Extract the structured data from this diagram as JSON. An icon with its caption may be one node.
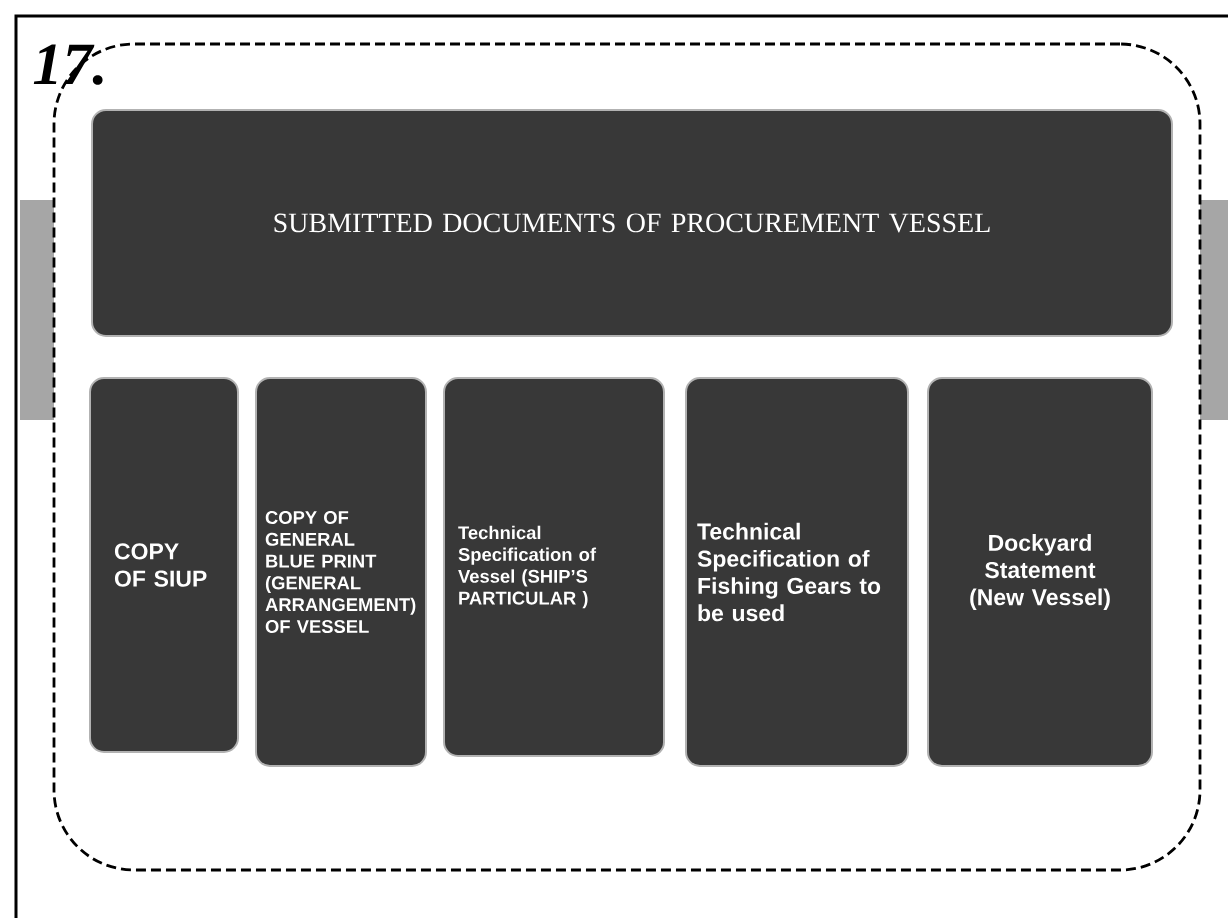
{
  "diagram": {
    "nodes": [
      {
        "text": [],
        "shape": "box"
      },
      {
        "text": [
          "SUBMITTED DOCUMENTS OF PROCUREMENT VESSEL"
        ],
        "in": 0
      },
      {
        "text": [
          "COPY OF SIUP"
        ],
        "in": 0
      },
      {
        "text": [
          "COPY OF GENERAL BLUE PRINT (GENERAL ARRANGEMENT) OF VESSEL"
        ],
        "in": 0
      },
      {
        "text": [
          "Technical Specification of Vessel (SHIP’S PARTICULAR )"
        ],
        "in": 0
      },
      {
        "text": [
          "Technical Specification of Fishing Gears to be used"
        ],
        "in": 0
      },
      {
        "text": [
          "Dockyard Statement (New Vessel)"
        ],
        "in": 0
      }
    ],
    "labels": [
      "17."
    ]
  }
}
